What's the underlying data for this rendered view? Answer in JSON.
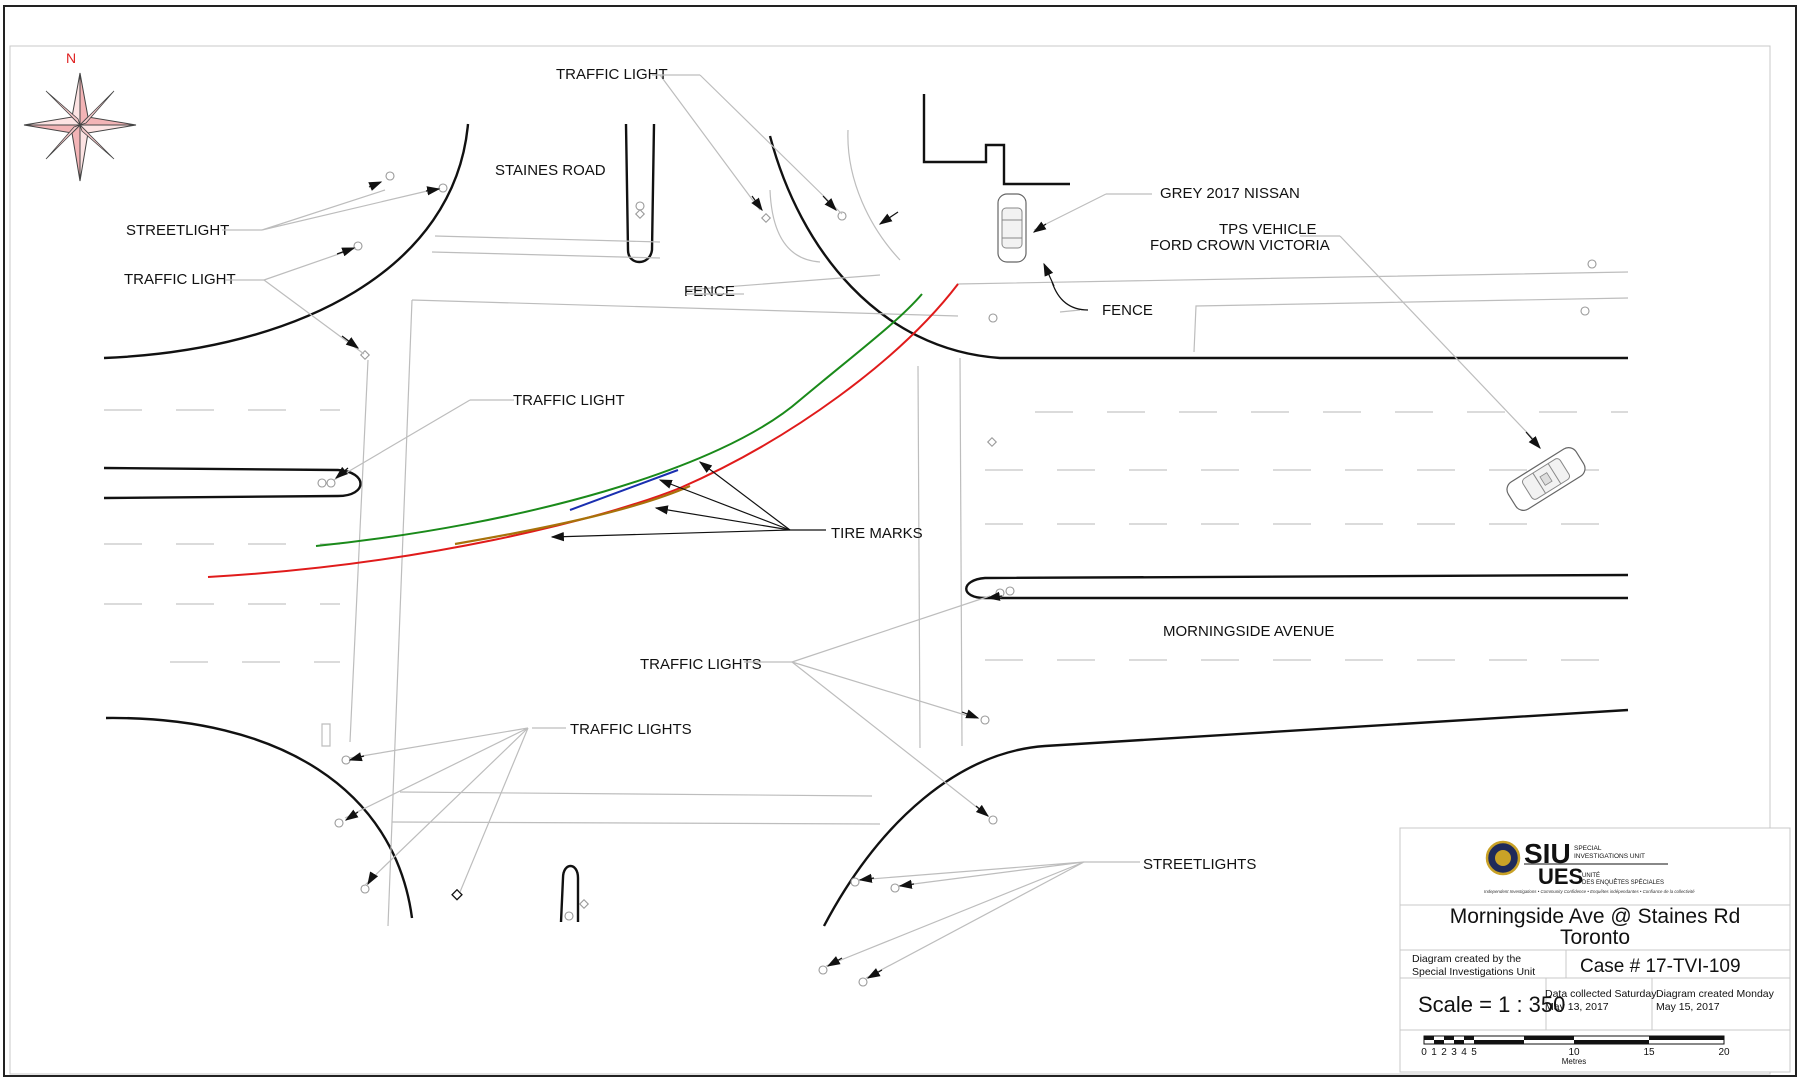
{
  "compass": {
    "north_label": "N",
    "icon": "compass-rose-icon"
  },
  "labels": {
    "traffic_light_top": "TRAFFIC LIGHT",
    "staines_road": "STAINES ROAD",
    "streetlight": "STREETLIGHT",
    "traffic_light_left": "TRAFFIC LIGHT",
    "fence_1": "FENCE",
    "grey_nissan": "GREY 2017 NISSAN",
    "tps_vehicle_1": "TPS VEHICLE",
    "tps_vehicle_2": "FORD CROWN VICTORIA",
    "fence_2": "FENCE",
    "traffic_light_mid": "TRAFFIC LIGHT",
    "tire_marks": "TIRE MARKS",
    "morningside_avenue": "MORNINGSIDE AVENUE",
    "traffic_lights_right": "TRAFFIC LIGHTS",
    "traffic_lights_bottom": "TRAFFIC LIGHTS",
    "streetlights": "STREETLIGHTS"
  },
  "tire_mark_colors": {
    "green": "#1a8a1a",
    "red": "#e01b1b",
    "blue": "#1a2fb0",
    "brown": "#a8720a"
  },
  "title_block": {
    "logo_top": "SIU",
    "logo_top_sub_1": "SPECIAL",
    "logo_top_sub_2": "INVESTIGATIONS UNIT",
    "logo_bottom": "UES",
    "logo_bottom_sub_1": "UNITÉ",
    "logo_bottom_sub_2": "DES ENQUÊTES SPÉCIALES",
    "tagline": "Independent Investigations • Community Confidence • Enquêtes indépendantes • Confiance de la collectivité",
    "title_line_1": "Morningside Ave @ Staines Rd",
    "title_line_2": "Toronto",
    "created_by_1": "Diagram created by the",
    "created_by_2": "Special Investigations Unit",
    "case": "Case # 17-TVI-109",
    "scale": "Scale =  1 : 350",
    "collected_1": "Data collected Saturday",
    "collected_2": "May 13, 2017",
    "created_1": "Diagram created Monday",
    "created_2": "May 15, 2017",
    "scale_ticks": [
      "0",
      "1",
      "2",
      "3",
      "4",
      "5",
      "10",
      "15",
      "20"
    ],
    "scale_unit": "Metres"
  }
}
